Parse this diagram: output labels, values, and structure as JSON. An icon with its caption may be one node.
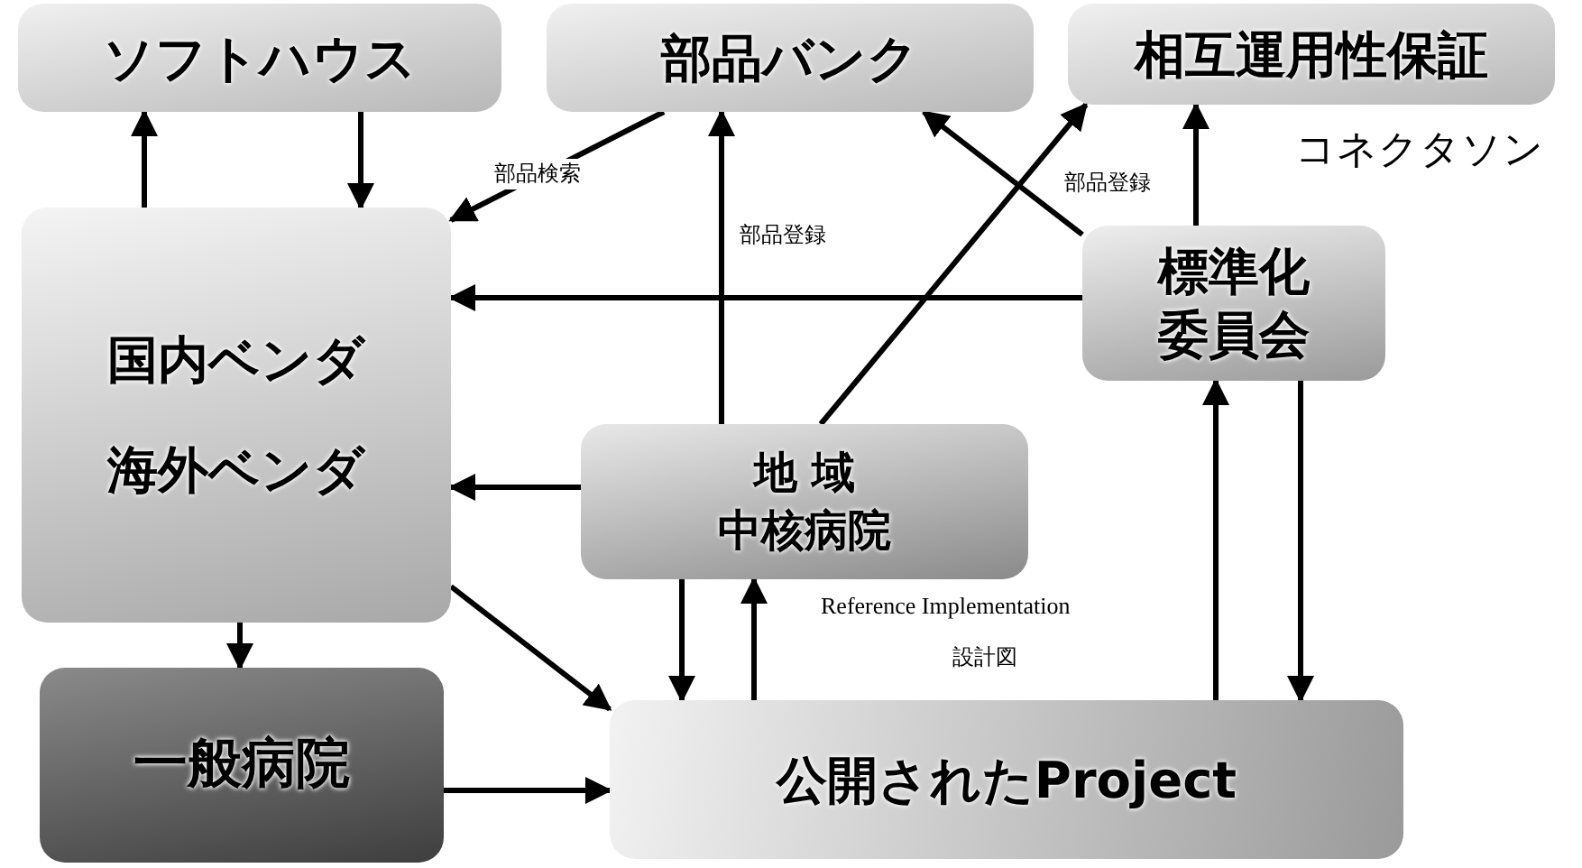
{
  "diagram": {
    "nodes": [
      {
        "text": [
          "ソフトハウス"
        ]
      },
      {
        "text": [
          "部品バンク"
        ]
      },
      {
        "text": [
          "相互運用性保証"
        ]
      },
      {
        "text": [
          "国内ベンダ",
          "海外ベンダ"
        ]
      },
      {
        "text": [
          "標準化委員会"
        ]
      },
      {
        "text": [
          "地 域",
          "中核病院"
        ]
      },
      {
        "text": [
          "一般病院"
        ]
      },
      {
        "text": [
          "公開されたProject"
        ]
      }
    ],
    "edges": [
      {
        "from": 3,
        "to": 0,
        "arrow": "to"
      },
      {
        "from": 0,
        "to": 3,
        "arrow": "to"
      },
      {
        "from": 1,
        "to": 3,
        "arrow": "to",
        "label": "部品検索"
      },
      {
        "from": 5,
        "to": 1,
        "arrow": "to",
        "label": "部品登録"
      },
      {
        "from": 4,
        "to": 3,
        "arrow": "to"
      },
      {
        "from": 5,
        "to": 2,
        "arrow": "to"
      },
      {
        "from": 4,
        "to": 1,
        "arrow": "to"
      },
      {
        "from": 4,
        "to": 2,
        "arrow": "to",
        "label": "部品登録"
      },
      {
        "from": 5,
        "to": 3,
        "arrow": "to"
      },
      {
        "from": 3,
        "to": 6,
        "arrow": "to"
      },
      {
        "from": 3,
        "to": 7,
        "arrow": "to"
      },
      {
        "from": 5,
        "to": 7,
        "arrow": "to"
      },
      {
        "from": 7,
        "to": 5,
        "arrow": "to"
      },
      {
        "from": 7,
        "to": 4,
        "arrow": "to"
      },
      {
        "from": 4,
        "to": 7,
        "arrow": "to"
      },
      {
        "from": 6,
        "to": 7,
        "arrow": "to"
      }
    ],
    "labels": [
      "コネクタソン",
      "Reference Implementation",
      "設計図"
    ]
  }
}
